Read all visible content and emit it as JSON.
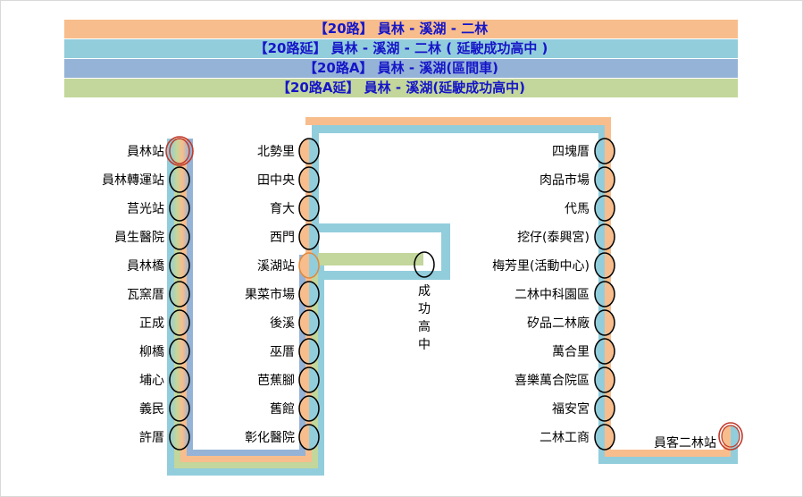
{
  "routes": [
    {
      "label": "【20路】 員林 - 溪湖 - 二林",
      "color": "#f8bd8c"
    },
    {
      "label": "【20路延】 員林 - 溪湖 - 二林 ( 延駛成功高中 )",
      "color": "#92cddc"
    },
    {
      "label": "【20路A】 員林 - 溪湖(區間車)",
      "color": "#95b3d7"
    },
    {
      "label": "【20路A延】 員林 - 溪湖(延駛成功高中)",
      "color": "#c3d69b"
    }
  ],
  "stops": {
    "column1": [
      "員林站",
      "員林轉運站",
      "莒光站",
      "員生醫院",
      "員林橋",
      "瓦窯厝",
      "正成",
      "柳橋",
      "埔心",
      "義民",
      "許厝"
    ],
    "column2": [
      "北勢里",
      "田中央",
      "育大",
      "西門",
      "溪湖站",
      "果菜市場",
      "後溪",
      "巫厝",
      "芭蕉腳",
      "舊館",
      "彰化醫院"
    ],
    "column3": [
      "四塊厝",
      "肉品市場",
      "代馬",
      "挖仔(泰興宮)",
      "梅芳里(活動中心)",
      "二林中科園區",
      "矽品二林廠",
      "萬合里",
      "喜樂萬合院區",
      "福安宮",
      "二林工商"
    ],
    "branch_terminal": "成功高中",
    "end_terminal": "員客二林站"
  },
  "colors": {
    "route20": "#f8bd8c",
    "route20_ext": "#92cddc",
    "route20A": "#95b3d7",
    "route20A_ext": "#c3d69b",
    "terminal_ring": "#c0392b",
    "transfer_ring": "#e08a3c"
  }
}
